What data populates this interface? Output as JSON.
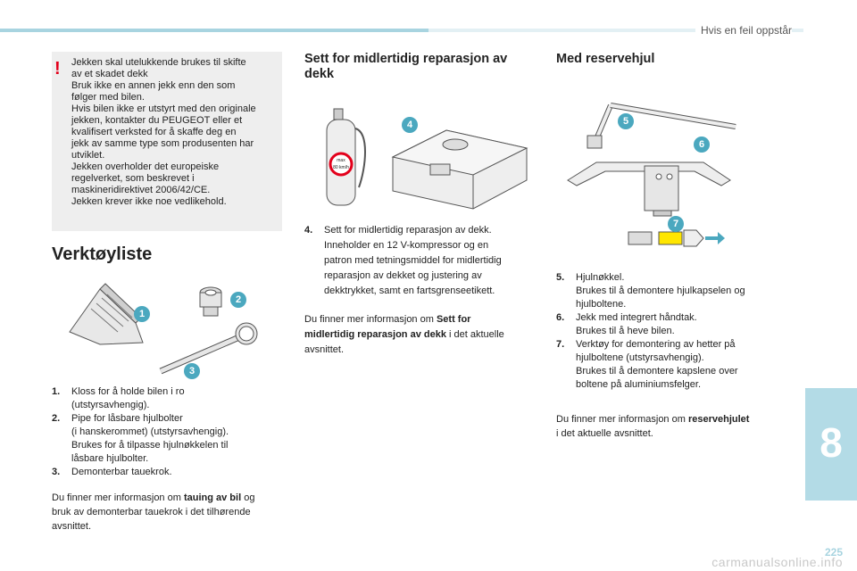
{
  "header": {
    "title": "Hvis en feil oppstår"
  },
  "chapter": {
    "number": "8"
  },
  "page": {
    "number": "225"
  },
  "watermark": {
    "text": "carmanualsonline.info"
  },
  "warning": {
    "mark": "!",
    "lines": [
      "Jekken skal utelukkende brukes til skifte",
      "av et skadet dekk",
      "Bruk ikke en annen jekk enn den som",
      "følger med bilen.",
      "Hvis bilen ikke er utstyrt med den originale",
      "jekken, kontakter du PEUGEOT eller et",
      "kvalifisert verksted for å skaffe deg en",
      "jekk av samme type som produsenten har",
      "utviklet.",
      "Jekken overholder det europeiske",
      "regelverket, som beskrevet i",
      "maskineridirektivet 2006/42/CE.",
      "Jekken krever ikke noe vedlikehold."
    ]
  },
  "tools": {
    "title": "Verktøyliste",
    "badges": [
      "1",
      "2",
      "3"
    ],
    "items": [
      {
        "num": "1.",
        "lines": [
          "Kloss for å holde bilen i ro",
          "(utstyrsavhengig)."
        ]
      },
      {
        "num": "2.",
        "lines": [
          "Pipe for låsbare hjulbolter",
          "(i hanskerommet) (utstyrsavhengig).",
          "Brukes for å tilpasse hjulnøkkelen til",
          "låsbare hjulbolter."
        ]
      },
      {
        "num": "3.",
        "lines": [
          "Demonterbar tauekrok."
        ]
      }
    ],
    "para": {
      "pre": "Du finner mer informasjon om ",
      "bold": "tauing av bil",
      "post1": " og",
      "line2": "bruk av demonterbar tauekrok i det tilhørende",
      "line3": "avsnittet."
    }
  },
  "repair": {
    "title_line1": "Sett for midlertidig reparasjon av",
    "title_line2": "dekk",
    "badge": "4",
    "bottle_label_1": "max",
    "bottle_label_2": "80 km/h",
    "item": {
      "num": "4.",
      "lines": [
        "Sett for midlertidig reparasjon av dekk.",
        "Inneholder en 12 V-kompressor og en",
        "patron med tetningsmiddel for midlertidig",
        "reparasjon av dekket og justering av",
        "dekktrykket, samt en fartsgrenseetikett."
      ]
    },
    "para": {
      "pre": "Du finner mer informasjon om ",
      "bold1": "Sett for",
      "bold2": "midlertidig reparasjon av dekk",
      "post": " i det aktuelle",
      "line3": "avsnittet."
    }
  },
  "spare": {
    "title": "Med reservehjul",
    "badges": [
      "5",
      "6",
      "7"
    ],
    "items": [
      {
        "num": "5.",
        "lines": [
          "Hjulnøkkel.",
          "Brukes til å demontere hjulkapselen og",
          "hjulboltene."
        ]
      },
      {
        "num": "6.",
        "lines": [
          "Jekk med integrert håndtak.",
          "Brukes til å heve bilen."
        ]
      },
      {
        "num": "7.",
        "lines": [
          "Verktøy for demontering av hetter på",
          "hjulboltene (utstyrsavhengig).",
          "Brukes til å demontere kapslene over",
          "boltene på aluminiumsfelger."
        ]
      }
    ],
    "para": {
      "pre": "Du finner mer informasjon om ",
      "bold": "reservehjulet",
      "line2": "i det aktuelle avsnittet."
    }
  }
}
